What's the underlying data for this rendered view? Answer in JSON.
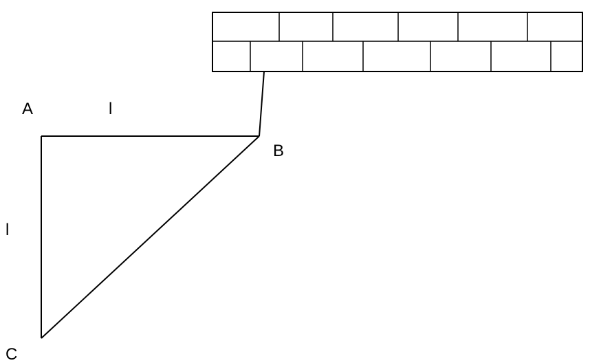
{
  "labels": {
    "vertex_a": "A",
    "vertex_b": "B",
    "vertex_c": "C",
    "side_ab": "l",
    "side_ac": "l"
  },
  "colors": {
    "stroke": "#000000",
    "background": "#ffffff"
  }
}
